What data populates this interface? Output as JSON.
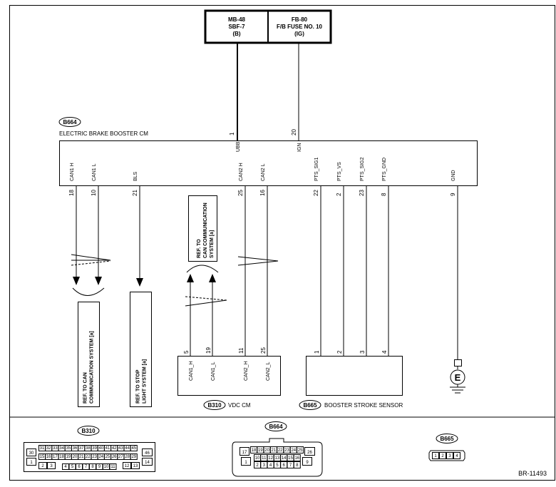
{
  "fuse_boxes": [
    {
      "lines": [
        "MB-48",
        "SBF-7",
        "(B)"
      ]
    },
    {
      "lines": [
        "FB-80",
        "F/B FUSE NO. 10",
        "(IG)"
      ]
    }
  ],
  "booster_cm": {
    "connector": "B664",
    "title": "ELECTRIC BRAKE BOOSTER CM",
    "top_pins": [
      {
        "num": "1",
        "label": "UBB"
      },
      {
        "num": "20",
        "label": "IGN"
      }
    ],
    "bottom_pins": [
      {
        "num": "18",
        "label": "CAN1 H"
      },
      {
        "num": "10",
        "label": "CAN1 L"
      },
      {
        "num": "21",
        "label": "BLS"
      },
      {
        "num": "25",
        "label": "CAN2 H"
      },
      {
        "num": "16",
        "label": "CAN2 L"
      },
      {
        "num": "22",
        "label": "PTS_SIG1"
      },
      {
        "num": "2",
        "label": "PTS_VS"
      },
      {
        "num": "23",
        "label": "PTS_SIG2"
      },
      {
        "num": "8",
        "label": "PTS_GND"
      },
      {
        "num": "9",
        "label": "GND"
      }
    ]
  },
  "ref_can_top": "REF. TO CAN COMMUNICATION SYSTEM [a]",
  "ref_can_left": "REF. TO CAN COMMUNICATION SYSTEM [a]",
  "ref_stop_light": "REF. TO STOP LIGHT SYSTEM [a]",
  "vdc_cm": {
    "connector": "B310",
    "title": "VDC CM",
    "pins": [
      {
        "num": "5",
        "label": "CAN1_H"
      },
      {
        "num": "19",
        "label": "CAN1_L"
      },
      {
        "num": "11",
        "label": "CAN2_H"
      },
      {
        "num": "25",
        "label": "CAN2_L"
      }
    ]
  },
  "stroke_sensor": {
    "connector": "B665",
    "title": "BOOSTER STROKE SENSOR",
    "pins": [
      "1",
      "2",
      "3",
      "4"
    ]
  },
  "ground_symbol": "E",
  "connector_b310": {
    "label": "B310",
    "row1_left": "30",
    "row1": [
      "31",
      "32",
      "33",
      "34",
      "35",
      "36",
      "37",
      "38",
      "39",
      "40",
      "41",
      "42",
      "43",
      "44",
      "45"
    ],
    "row1_right": "46",
    "row2": [
      "15",
      "16",
      "17",
      "18",
      "19",
      "20",
      "21",
      "22",
      "23",
      "24",
      "25",
      "26",
      "27",
      "28",
      "29"
    ],
    "row2_left": "1",
    "row2_right": "14",
    "row3a": [
      "2",
      "3"
    ],
    "row3b": [
      "4",
      "5",
      "6",
      "7",
      "8",
      "9",
      "10",
      "11"
    ],
    "row3c": [
      "12",
      "13"
    ]
  },
  "connector_b664": {
    "label": "B664",
    "left_top": "17",
    "row1": [
      "18",
      "19",
      "20",
      "21",
      "22",
      "23",
      "24",
      "25"
    ],
    "right_top": "26",
    "row2": [
      "10",
      "11",
      "12",
      "13",
      "14",
      "15",
      "16"
    ],
    "left_bottom": "1",
    "row3": [
      "2",
      "3",
      "4",
      "5",
      "6",
      "7",
      "8"
    ],
    "right_bottom": "9"
  },
  "connector_b665": {
    "label": "B665",
    "pins": [
      "1",
      "2",
      "3",
      "4"
    ]
  },
  "figure_code": "BR-11493"
}
